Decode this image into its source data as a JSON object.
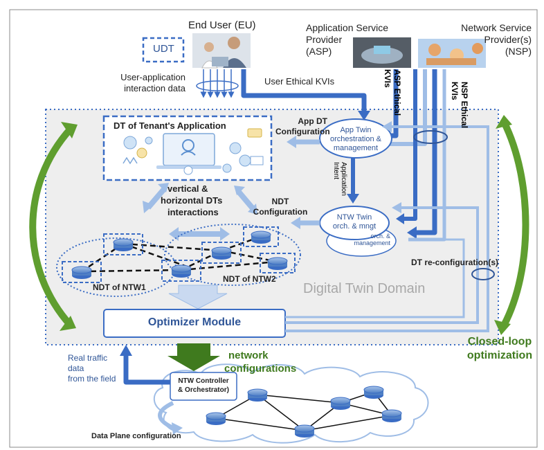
{
  "figure": {
    "domain_label": "Digital Twin Domain",
    "closed_loop": [
      "Closed-loop",
      "optimization"
    ],
    "optimizer": "Optimizer Module",
    "network_configurations": [
      "network",
      "configurations"
    ]
  },
  "actors": {
    "end_user": "End User (EU)",
    "udt": "UDT",
    "asp": [
      "Application Service",
      "Provider",
      "(ASP)"
    ],
    "nsp": [
      "Network Service",
      "Provider(s)",
      "(NSP)"
    ]
  },
  "flows": {
    "user_interaction": [
      "User-application",
      "interaction data"
    ],
    "user_ethical_kvis": "User Ethical KVIs",
    "asp_ethical_kvis": [
      "ASP Ethical",
      "KVIs"
    ],
    "nsp_ethical_kvis": [
      "NSP Ethical",
      "KVIs"
    ],
    "app_dt_configuration": [
      "App DT",
      "Configuration"
    ],
    "ndt_configuration": [
      "NDT",
      "Configuration"
    ],
    "application_intent": [
      "Application",
      "Intent"
    ],
    "dt_reconfiguration": "DT re-configuration(s)",
    "real_traffic": [
      "Real traffic",
      "data",
      "from the field"
    ],
    "data_plane": "Data Plane configuration"
  },
  "components": {
    "dt_tenant_app": "DT of Tenant's Application",
    "app_twin": [
      "App Twin",
      "orchestration &",
      "management"
    ],
    "ntw_twin": [
      "NTW Twin",
      "orch. & mngt"
    ],
    "ntw_twin_back": [
      "orch. &",
      "management"
    ],
    "dt_interactions": [
      "vertical &",
      "horizontal DTs",
      "interactions"
    ],
    "ndt_ntw1": "NDT of NTW1",
    "ndt_ntw2": "NDT of NTW2",
    "ntw_controller": [
      "NTW Controller",
      "& Orchestrator)"
    ]
  },
  "colors": {
    "blue": "#3a6cc4",
    "light_blue": "#9fbde6",
    "dark_blue": "#2f5597",
    "green": "#5f9e2f",
    "dark_green": "#3f7a1e",
    "domain_text": "#a8a8a8"
  }
}
